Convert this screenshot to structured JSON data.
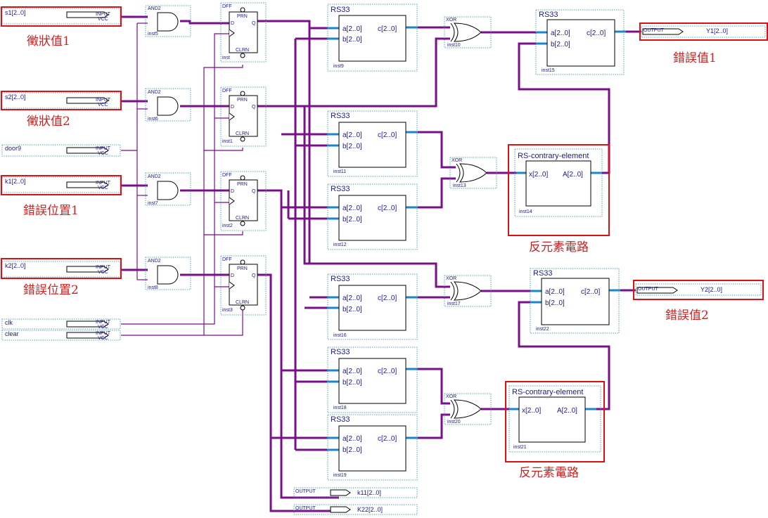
{
  "inputs": [
    {
      "name": "s1[2..0]",
      "tag": "INPUT",
      "vcc": "VCC"
    },
    {
      "name": "s2[2..0]",
      "tag": "INPUT",
      "vcc": "VCC"
    },
    {
      "name": "door9",
      "tag": "INPUT",
      "vcc": "VCC"
    },
    {
      "name": "k1[2..0]",
      "tag": "INPUT",
      "vcc": "VCC"
    },
    {
      "name": "k2[2..0]",
      "tag": "INPUT",
      "vcc": "VCC"
    },
    {
      "name": "clk",
      "tag": "INPUT",
      "vcc": "VCC"
    },
    {
      "name": "clear",
      "tag": "INPUT",
      "vcc": "VCC"
    }
  ],
  "outputs": [
    {
      "tag": "OUTPUT",
      "name": "Y1[2..0]"
    },
    {
      "tag": "OUTPUT",
      "name": "Y2[2..0]"
    },
    {
      "tag": "OUTPUT",
      "name": "k11[2..0]"
    },
    {
      "tag": "OUTPUT",
      "name": "K22[2..0]"
    }
  ],
  "and_gates": [
    {
      "type": "AND2",
      "inst": "inst5"
    },
    {
      "type": "AND2",
      "inst": "inst6"
    },
    {
      "type": "AND2",
      "inst": "inst7"
    },
    {
      "type": "AND2",
      "inst": "inst8"
    }
  ],
  "dffs": [
    {
      "type": "DFF",
      "inst": "inst",
      "prn": "PRN",
      "d": "D",
      "q": "Q",
      "clrn": "CLRN"
    },
    {
      "type": "DFF",
      "inst": "inst1",
      "prn": "PRN",
      "d": "D",
      "q": "Q",
      "clrn": "CLRN"
    },
    {
      "type": "DFF",
      "inst": "inst2",
      "prn": "PRN",
      "d": "D",
      "q": "Q",
      "clrn": "CLRN"
    },
    {
      "type": "DFF",
      "inst": "inst3",
      "prn": "PRN",
      "d": "D",
      "q": "Q",
      "clrn": "CLRN"
    }
  ],
  "rs33": [
    {
      "title": "RS33",
      "a": "a[2..0]",
      "b": "b[2..0]",
      "c": "c[2..0]",
      "inst": "inst9"
    },
    {
      "title": "RS33",
      "a": "a[2..0]",
      "b": "b[2..0]",
      "c": "c[2..0]",
      "inst": "inst11"
    },
    {
      "title": "RS33",
      "a": "a[2..0]",
      "b": "b[2..0]",
      "c": "c[2..0]",
      "inst": "inst12"
    },
    {
      "title": "RS33",
      "a": "a[2..0]",
      "b": "b[2..0]",
      "c": "c[2..0]",
      "inst": "inst16"
    },
    {
      "title": "RS33",
      "a": "a[2..0]",
      "b": "b[2..0]",
      "c": "c[2..0]",
      "inst": "inst18"
    },
    {
      "title": "RS33",
      "a": "a[2..0]",
      "b": "b[2..0]",
      "c": "c[2..0]",
      "inst": "inst19"
    },
    {
      "title": "RS33",
      "a": "a[2..0]",
      "b": "b[2..0]",
      "c": "c[2..0]",
      "inst": "inst15"
    },
    {
      "title": "RS33",
      "a": "a[2..0]",
      "b": "b[2..0]",
      "c": "c[2..0]",
      "inst": "inst22"
    }
  ],
  "xor_gates": [
    {
      "type": "XOR",
      "inst": "inst10"
    },
    {
      "type": "XOR",
      "inst": "inst13"
    },
    {
      "type": "XOR",
      "inst": "inst17"
    },
    {
      "type": "XOR",
      "inst": "inst20"
    }
  ],
  "contrary": [
    {
      "title": "RS-contrary-element",
      "x": "x[2..0]",
      "a": "A[2..0]",
      "inst": "inst14"
    },
    {
      "title": "RS-contrary-element",
      "x": "x[2..0]",
      "a": "A[2..0]",
      "inst": "inst21"
    }
  ],
  "annotations": {
    "syndrome1": "徵狀值1",
    "syndrome2": "徵狀值2",
    "errpos1": "錯誤位置1",
    "errpos2": "錯誤位置2",
    "errval1": "錯誤值1",
    "errval2": "錯誤值2",
    "inverse1": "反元素電路",
    "inverse2": "反元素電路"
  },
  "colors": {
    "wire": "#7a0f8a",
    "bus_port": "#1e86c8",
    "highlight": "#dd1111",
    "label": "#1a1a8c"
  }
}
